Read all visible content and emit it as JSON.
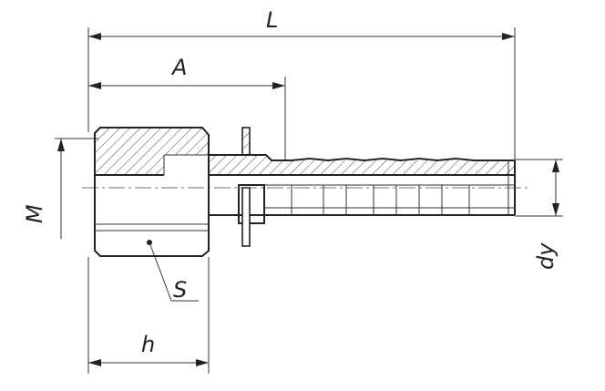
{
  "dimensions": {
    "L": "L",
    "A": "A",
    "M": "M",
    "S": "S",
    "h": "h",
    "dy": "dy"
  },
  "colors": {
    "line": "#222222",
    "background": "#ffffff"
  }
}
